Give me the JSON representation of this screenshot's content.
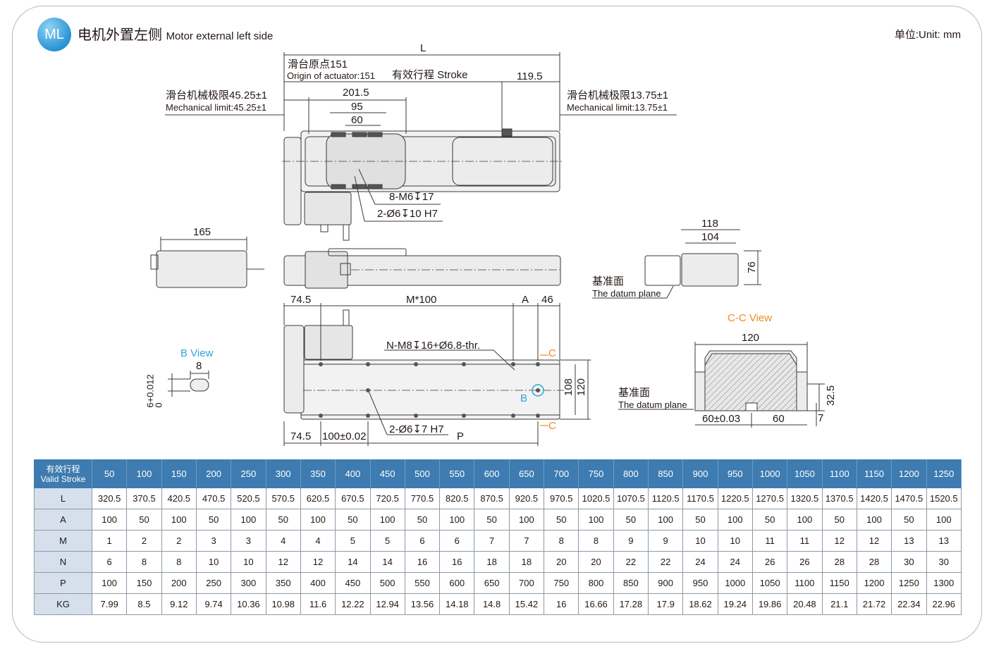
{
  "badge": "ML",
  "title": {
    "cn": "电机外置左侧",
    "en": "Motor external left side"
  },
  "unit": "单位:Unit: mm",
  "top_view": {
    "L": "L",
    "origin_cn": "滑台原点151",
    "origin_en": "Origin of actuator:151",
    "stroke": "有效行程 Stroke",
    "d119": "119.5",
    "mech_left_cn": "滑台机械极限45.25±1",
    "mech_left_en": "Mechanical limit:45.25±1",
    "mech_right_cn": "滑台机械极限13.75±1",
    "mech_right_en": "Mechanical limit:13.75±1",
    "d201": "201.5",
    "d95": "95",
    "d60": "60",
    "holes_m6": "8-M6↧17",
    "holes_d6": "2-Ø6↧10 H7"
  },
  "side_view": {
    "d165": "165"
  },
  "end_view": {
    "d118": "118",
    "d104": "104",
    "d76": "76",
    "datum_cn": "基准面",
    "datum_en": "The datum plane"
  },
  "bottom_view": {
    "d745a": "74.5",
    "m100": "M*100",
    "A": "A",
    "d46": "46",
    "nm8": "N-M8↧16+Ø6.8-thr.",
    "C1": "C",
    "C2": "C",
    "B": "B",
    "d108": "108",
    "d120": "120",
    "d745b": "74.5",
    "d100": "100±0.02",
    "d6h7": "2-Ø6↧7 H7",
    "P": "P"
  },
  "b_view": {
    "title": "B View",
    "d8": "8",
    "d6": "6+0.012\n0"
  },
  "cc_view": {
    "title": "C-C View",
    "d120": "120",
    "datum_cn": "基准面",
    "datum_en": "The datum plane",
    "d325": "32.5",
    "d7": "7",
    "d60a": "60±0.03",
    "d60b": "60"
  },
  "table": {
    "corner_cn": "有效行程",
    "corner_en": "Valid Stroke",
    "strokes": [
      "50",
      "100",
      "150",
      "200",
      "250",
      "300",
      "350",
      "400",
      "450",
      "500",
      "550",
      "600",
      "650",
      "700",
      "750",
      "800",
      "850",
      "900",
      "950",
      "1000",
      "1050",
      "1100",
      "1150",
      "1200",
      "1250"
    ],
    "rows": [
      {
        "label": "L",
        "values": [
          "320.5",
          "370.5",
          "420.5",
          "470.5",
          "520.5",
          "570.5",
          "620.5",
          "670.5",
          "720.5",
          "770.5",
          "820.5",
          "870.5",
          "920.5",
          "970.5",
          "1020.5",
          "1070.5",
          "1120.5",
          "1170.5",
          "1220.5",
          "1270.5",
          "1320.5",
          "1370.5",
          "1420.5",
          "1470.5",
          "1520.5"
        ]
      },
      {
        "label": "A",
        "values": [
          "100",
          "50",
          "100",
          "50",
          "100",
          "50",
          "100",
          "50",
          "100",
          "50",
          "100",
          "50",
          "100",
          "50",
          "100",
          "50",
          "100",
          "50",
          "100",
          "50",
          "100",
          "50",
          "100",
          "50",
          "100"
        ]
      },
      {
        "label": "M",
        "values": [
          "1",
          "2",
          "2",
          "3",
          "3",
          "4",
          "4",
          "5",
          "5",
          "6",
          "6",
          "7",
          "7",
          "8",
          "8",
          "9",
          "9",
          "10",
          "10",
          "11",
          "11",
          "12",
          "12",
          "13",
          "13"
        ]
      },
      {
        "label": "N",
        "values": [
          "6",
          "8",
          "8",
          "10",
          "10",
          "12",
          "12",
          "14",
          "14",
          "16",
          "16",
          "18",
          "18",
          "20",
          "20",
          "22",
          "22",
          "24",
          "24",
          "26",
          "26",
          "28",
          "28",
          "30",
          "30"
        ]
      },
      {
        "label": "P",
        "values": [
          "100",
          "150",
          "200",
          "250",
          "300",
          "350",
          "400",
          "450",
          "500",
          "550",
          "600",
          "650",
          "700",
          "750",
          "800",
          "850",
          "900",
          "950",
          "1000",
          "1050",
          "1100",
          "1150",
          "1200",
          "1250",
          "1300"
        ]
      },
      {
        "label": "KG",
        "values": [
          "7.99",
          "8.5",
          "9.12",
          "9.74",
          "10.36",
          "10.98",
          "11.6",
          "12.22",
          "12.94",
          "13.56",
          "14.18",
          "14.8",
          "15.42",
          "16",
          "16.66",
          "17.28",
          "17.9",
          "18.62",
          "19.24",
          "19.86",
          "20.48",
          "21.1",
          "21.72",
          "22.34",
          "22.96"
        ]
      }
    ]
  }
}
